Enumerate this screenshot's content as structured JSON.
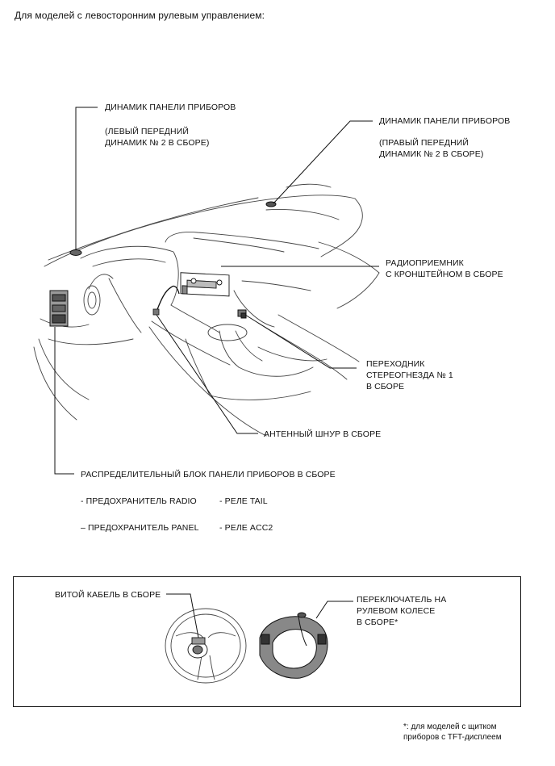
{
  "header": "Для моделей с левосторонним рулевым управлением:",
  "labels": {
    "left_speaker_title": "ДИНАМИК ПАНЕЛИ ПРИБОРОВ",
    "left_speaker_sub": "(ЛЕВЫЙ ПЕРЕДНИЙ\nДИНАМИК № 2 В СБОРЕ)",
    "right_speaker_title": "ДИНАМИК ПАНЕЛИ ПРИБОРОВ",
    "right_speaker_sub": "(ПРАВЫЙ ПЕРЕДНИЙ\nДИНАМИК № 2 В СБОРЕ)",
    "radio": "РАДИОПРИЕМНИК\nС КРОНШТЕЙНОМ В СБОРЕ",
    "stereo_jack": "ПЕРЕХОДНИК\nСТЕРЕОГНЕЗДА № 1\nВ СБОРЕ",
    "antenna": "АНТЕННЫЙ ШНУР В СБОРЕ",
    "junction_block": "РАСПРЕДЕЛИТЕЛЬНЫЙ БЛОК ПАНЕЛИ ПРИБОРОВ В СБОРЕ",
    "fuse_radio": "- ПРЕДОХРАНИТЕЛЬ RADIO",
    "relay_tail": "- РЕЛЕ TAIL",
    "fuse_panel": "– ПРЕДОХРАНИТЕЛЬ PANEL",
    "relay_acc2": "- РЕЛЕ ACC2"
  },
  "inset": {
    "spiral_cable": "ВИТОЙ КАБЕЛЬ В СБОРЕ",
    "steering_switch": "ПЕРЕКЛЮЧАТЕЛЬ НА\nРУЛЕВОМ КОЛЕСЕ\nВ СБОРЕ*"
  },
  "footnote": "*: для моделей с щитком\nприборов с TFT-дисплеем"
}
